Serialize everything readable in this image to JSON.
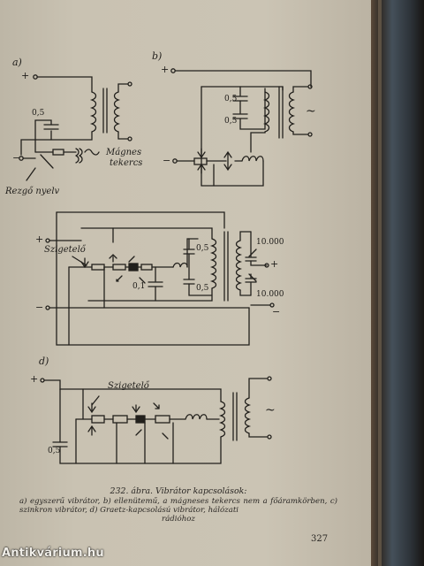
{
  "labels": {
    "a": "a)",
    "b": "b)",
    "c_plus": "+",
    "d": "d)",
    "magnes": "Mágnes",
    "tekercs": "tekercs",
    "rezgo": "Rezgő nyelv",
    "szigetelo1": "Szigetelő",
    "szigetelo2": "Szigetelő",
    "cap_a": "0,5",
    "cap_b1": "0,5",
    "cap_b2": "0,5",
    "cap_c1": "0,5",
    "cap_c2": "0,5",
    "cap_c3": "0,1",
    "cap_c4": "10.000",
    "cap_c5": "10.000",
    "cap_d": "0,5",
    "plus": "+",
    "minus": "−",
    "tilde": "~"
  },
  "caption": {
    "title": "232. ábra. Vibrátor kapcsolások:",
    "body": "a) egyszerű vibrátor, b) ellenütemű, a mágneses tekercs nem a főáramkörben, c) szinkron vibrátor, d) Graetz-kapcsolású vibrátor, hálózati",
    "last": "rádióhoz"
  },
  "page_number": "327",
  "watermark": "Antikvárium.hu"
}
